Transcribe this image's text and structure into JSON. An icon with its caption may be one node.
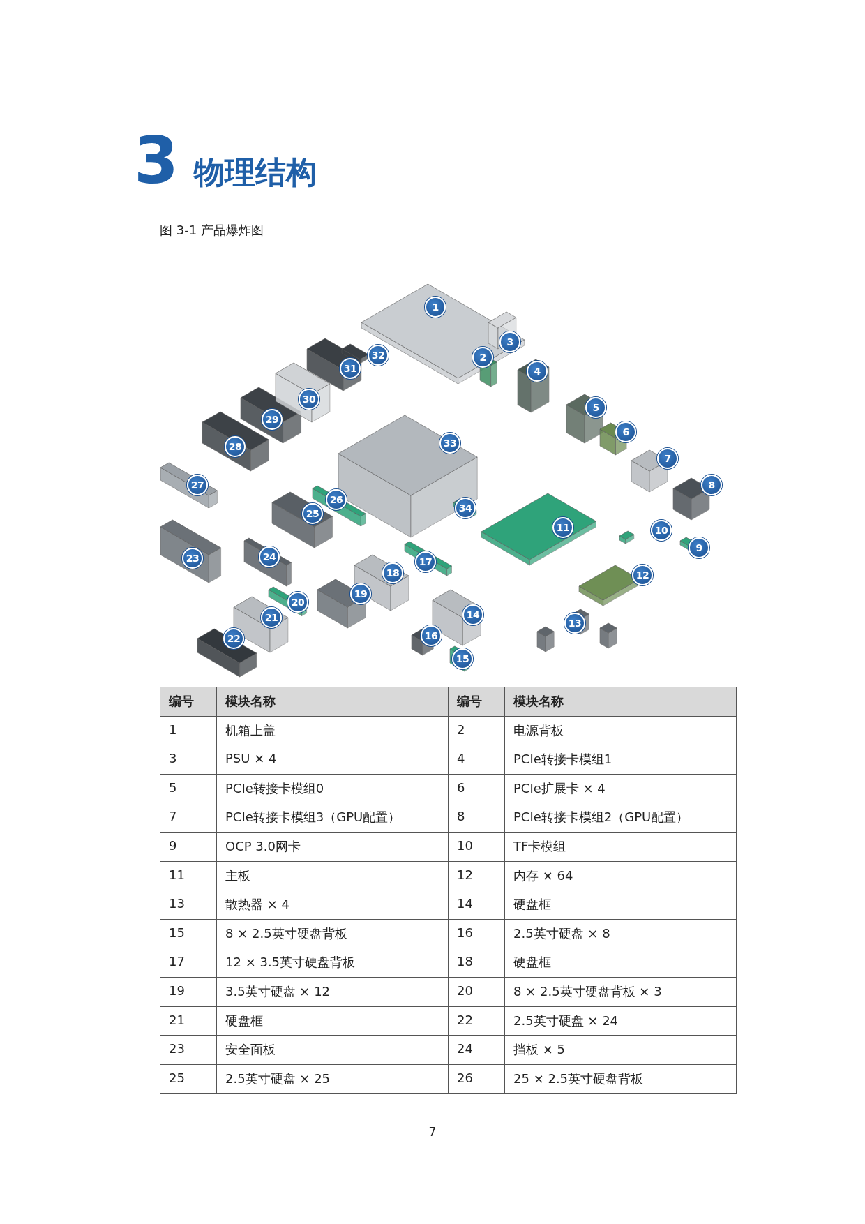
{
  "diagram": {
    "title": "3 物理结构",
    "caption": "图 3-1 产品爆炸图",
    "labels": [
      "1",
      "2",
      "3",
      "4",
      "5",
      "6",
      "7",
      "8",
      "9",
      "10",
      "11",
      "12",
      "13",
      "14",
      "15",
      "16",
      "17",
      "18",
      "19",
      "20",
      "21",
      "22",
      "23",
      "24",
      "25",
      "26",
      "27",
      "28",
      "29",
      "30",
      "31",
      "32",
      "33",
      "34",
      "编号",
      "模块名称",
      "编号",
      "模块名称",
      "1",
      "机箱上盖",
      "2",
      "电源背板",
      "3",
      "PSU × 4",
      "4",
      "PCIe转接卡模组1",
      "5",
      "PCIe转接卡模组0",
      "6",
      "PCIe扩展卡 × 4",
      "7",
      "PCIe转接卡模组3（GPU配置）",
      "8",
      "PCIe转接卡模组2（GPU配置）",
      "9",
      "OCP 3.0网卡",
      "10",
      "TF卡模组",
      "11",
      "主板",
      "12",
      "内存 × 64",
      "13",
      "散热器 × 4",
      "14",
      "硬盘框",
      "15",
      "8 × 2.5英寸硬盘背板",
      "16",
      "2.5英寸硬盘 × 8",
      "17",
      "12 × 3.5英寸硬盘背板",
      "18",
      "硬盘框",
      "19",
      "3.5英寸硬盘 × 12",
      "20",
      "8 × 2.5英寸硬盘背板 × 3",
      "21",
      "硬盘框",
      "22",
      "2.5英寸硬盘 × 24",
      "23",
      "安全面板",
      "24",
      "挡板 × 5",
      "25",
      "2.5英寸硬盘 × 25",
      "26",
      "25 × 2.5英寸硬盘背板",
      "7"
    ]
  }
}
